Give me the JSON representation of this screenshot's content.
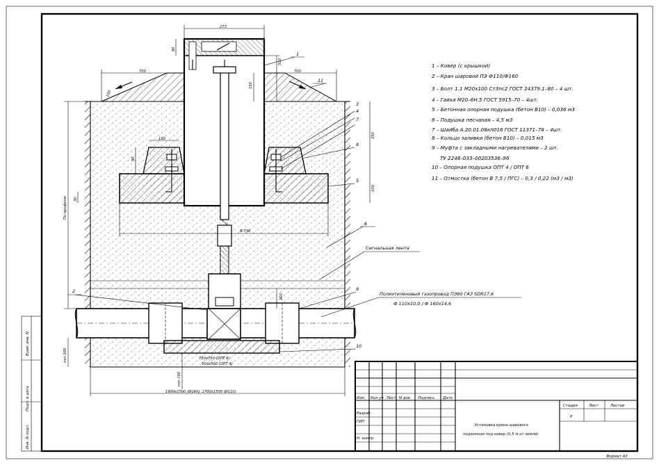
{
  "legend": [
    "1 – Ковер (с крышкой)",
    "2 – Кран шаровой ПЭ Ф110/Ф160",
    "3 – Болт 1.1 М20х100 Ст3пс2 ГОСТ 24379.1–80 – 4 шт.",
    "4 – Гайка М20–6Н.5 ГОСТ 5915–70 – 4шт.",
    "5 – Бетонная опорная подушка (бетон В10) – 0,036 м3",
    "6 – Подушка песчаная – 4,5 м3",
    "7 – Шайба А.20.01.08кп016 ГОСТ 11371–78 – 4шт.",
    "8 – Кольцо заливки (бетон В10) – 0,015 м3",
    "9 – Муфта с закладными нагревателями – 2 шт.",
    "ТУ 2248–033–00203536–96",
    "10 – Опорная подушка ОПТ 4 / ОПТ 6",
    "11 – Отмостка (бетон В 7,5 / ПГС) – 0,3 / 0,22 (м3 / м3)"
  ],
  "labels": {
    "signal_tape": "Сигнальная лента",
    "gas_pipe_line1": "Полиэтиленовый газопровод ПЭ80 ГАЗ SDR17,6",
    "gas_pipe_line2": "Ф 110х10,0 / Ф 160х14,6",
    "by_profile": "По профилю"
  },
  "callouts": [
    "1",
    "11",
    "3",
    "4",
    "7",
    "8",
    "5",
    "6",
    "9",
    "2",
    "10"
  ],
  "dimensions": {
    "top_width": "273",
    "cap_height": "80",
    "cover_height": "500",
    "left_apron": "700",
    "right_apron": "700",
    "right_vert": "150",
    "apron_thk": "100",
    "ring_w": "130",
    "ring_h": "90",
    "slab_span": "В-736",
    "side_250": "250",
    "side_100": "100",
    "pipe_gap": "200",
    "bed_200": "min 200",
    "bed_100": "min 100",
    "bottom_main": "1900х1500 (Ø160), 1700х1500 (Ø110)",
    "pad_opt6": "750х750 (ОПТ 6)",
    "pad_opt4": "500х500 (ОПТ 4)",
    "left_small": "30"
  },
  "side_stamp": [
    "Инв. N подл.",
    "Подп. и дата",
    "Взам. инв. N"
  ],
  "title_block": {
    "headers": [
      "Изм.",
      "Кол.уч",
      "Лист",
      "N док.",
      "Подпись",
      "Дата"
    ],
    "roles": [
      "Разраб.",
      "ГИП",
      "Н. контр."
    ],
    "stage_hdr": "Стадия",
    "sheet_hdr": "Лист",
    "sheets_hdr": "Листов",
    "stage": "Р",
    "title_line1": "Установка крана шарового",
    "title_line2": "подземная под ковер (0,5 м от земли)"
  },
  "format": "Формат А3"
}
